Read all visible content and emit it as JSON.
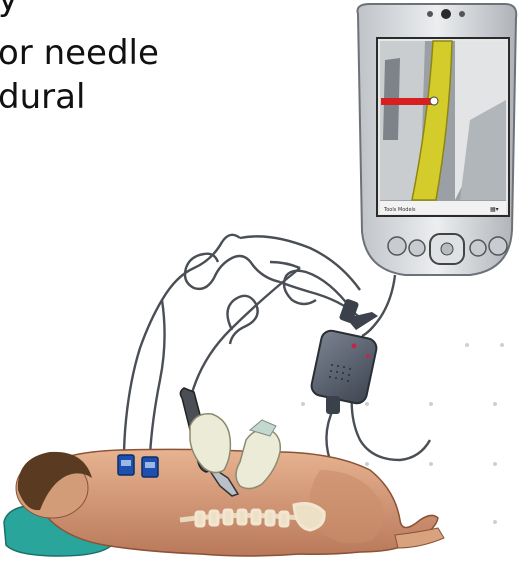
{
  "caption": {
    "line1": "y",
    "line2": "or needle",
    "line3": "dural"
  },
  "device": {
    "name": "pda-device",
    "screen_status_left": "Tools  Models",
    "screen_status_right": "▦▾"
  },
  "colors": {
    "needle_track": "#d4cc2a",
    "indicator_line": "#d81f1f",
    "device_body": "#d9dcdf",
    "sensor_pad": "#1d4fae",
    "skin": "#d9a27e",
    "pillow": "#2aa59b"
  },
  "icons": [
    "pda-icon",
    "ultrasound-probe-icon",
    "interface-box-icon",
    "sensor-pad-icon",
    "patient-illustration"
  ]
}
